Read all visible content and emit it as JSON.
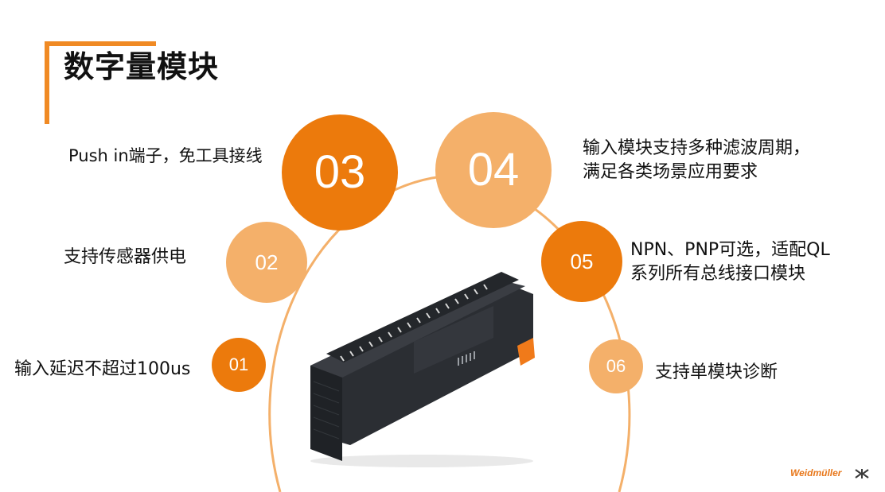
{
  "slide": {
    "title": "数字量模块",
    "accent_color": "#f08a24",
    "dark_orange": "#ec7a0c",
    "light_orange": "#f4b06a"
  },
  "features": [
    {
      "number": "01",
      "lines": [
        "输入延迟不超过100us"
      ]
    },
    {
      "number": "02",
      "lines": [
        "支持传感器供电"
      ]
    },
    {
      "number": "03",
      "lines": [
        "Push in端子，免工具接线"
      ]
    },
    {
      "number": "04",
      "lines": [
        "输入模块支持多种滤波周期，",
        "满足各类场景应用要求"
      ]
    },
    {
      "number": "05",
      "lines": [
        "NPN、PNP可选，适配QL",
        "系列所有总线接口模块"
      ]
    },
    {
      "number": "06",
      "lines": [
        "支持单模块诊断"
      ]
    }
  ],
  "product": {
    "icon": "io-module-image"
  },
  "brand": {
    "name": "Weidmüller"
  }
}
